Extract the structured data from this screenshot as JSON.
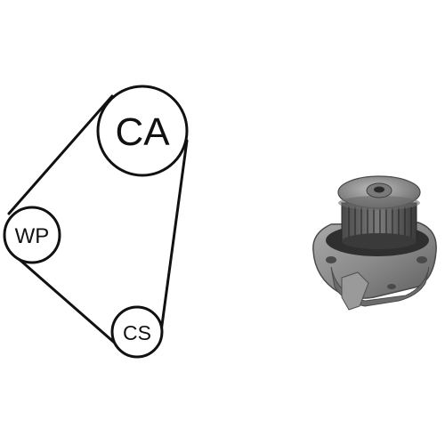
{
  "diagram": {
    "pulleys": [
      {
        "id": "camshaft",
        "label": "CA"
      },
      {
        "id": "water-pump",
        "label": "WP"
      },
      {
        "id": "crankshaft",
        "label": "CS"
      }
    ],
    "colors": {
      "line": "#111111",
      "background": "#ffffff",
      "pump_body": "#8c8c8c",
      "pump_dark": "#3a3a3a"
    }
  },
  "product_image": {
    "icon": "water-pump-icon"
  }
}
